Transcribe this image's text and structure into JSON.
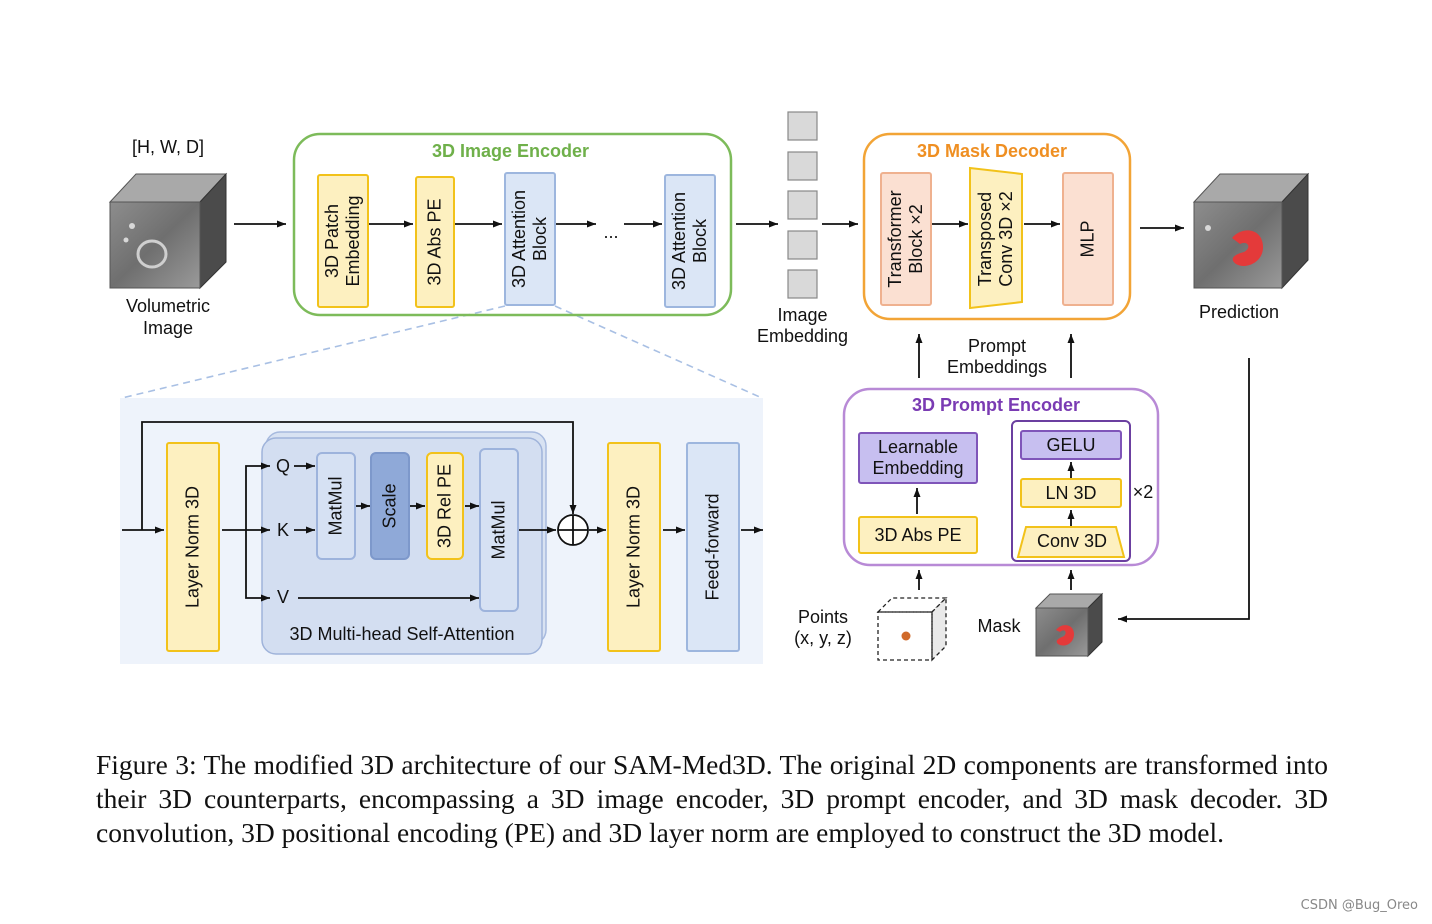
{
  "input": {
    "shape_label": "[H, W, D]",
    "name_line1": "Volumetric",
    "name_line2": "Image"
  },
  "image_encoder": {
    "title": "3D Image Encoder",
    "blocks": [
      "3D Patch\nEmbedding",
      "3D Abs PE",
      "3D Attention\nBlock",
      "3D Attention\nBlock"
    ],
    "ellipsis": "..."
  },
  "image_embedding": {
    "line1": "Image",
    "line2": "Embedding"
  },
  "mask_decoder": {
    "title": "3D Mask Decoder",
    "blocks": [
      "Transformer\nBlock ×2",
      "Transposed\nConv 3D ×2",
      "MLP"
    ]
  },
  "prediction": {
    "label": "Prediction"
  },
  "prompt_embeddings": {
    "line1": "Prompt",
    "line2": "Embeddings"
  },
  "prompt_encoder": {
    "title": "3D Prompt Encoder",
    "learnable": "Learnable\nEmbedding",
    "abs_pe": "3D Abs PE",
    "gelu": "GELU",
    "ln3d": "LN 3D",
    "conv3d": "Conv 3D",
    "repeat": "×2"
  },
  "points": {
    "line1": "Points",
    "line2": "(x, y, z)"
  },
  "mask": {
    "label": "Mask"
  },
  "attention_detail": {
    "layer_norm_1": "Layer Norm 3D",
    "q": "Q",
    "k": "K",
    "v": "V",
    "matmul_1": "MatMul",
    "scale": "Scale",
    "rel_pe": "3D Rel PE",
    "matmul_2": "MatMul",
    "mhsa_label": "3D Multi-head Self-Attention",
    "layer_norm_2": "Layer Norm 3D",
    "feed_forward": "Feed-forward"
  },
  "caption": "Figure 3: The modified 3D architecture of our SAM-Med3D. The original 2D components are transformed into their 3D counterparts, encompassing a 3D image encoder, 3D prompt encoder, and 3D mask decoder. 3D convolution, 3D positional encoding (PE) and 3D layer norm are employed to construct the 3D model.",
  "watermark": "CSDN @Bug_Oreo",
  "colors": {
    "encoder_green": "#7dbb5a",
    "decoder_orange": "#f2a436",
    "prompt_purple": "#b88ad6",
    "block_yellow": "#fdf0c0",
    "block_blue": "#dbe6f6",
    "block_peach": "#fbe0d2"
  }
}
